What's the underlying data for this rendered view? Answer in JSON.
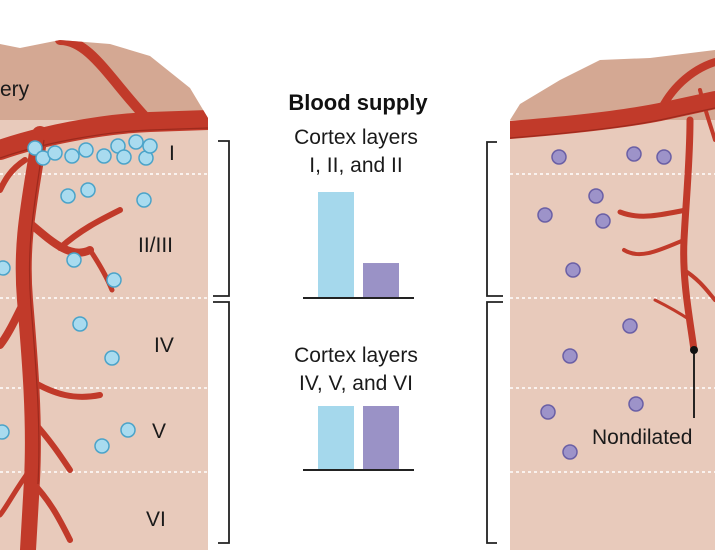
{
  "left_panel": {
    "vessel_label": "ery",
    "layers": [
      "I",
      "II/III",
      "IV",
      "V",
      "VI"
    ]
  },
  "center": {
    "title": "Blood supply",
    "group1": {
      "label_line1": "Cortex layers",
      "label_line2": "I, II, and II",
      "values": [
        1.0,
        0.33
      ]
    },
    "group2": {
      "label_line1": "Cortex layers",
      "label_line2": "IV, V, and VI",
      "values": [
        1.0,
        1.0
      ]
    }
  },
  "right_panel": {
    "vessel_label": "Nondilated"
  },
  "colors": {
    "tissue": "#e8cabb",
    "tissue_dark": "#d9ad98",
    "vessel": "#c13a2a",
    "vessel_dark": "#8e2318",
    "blue_cell": "#a9dbef",
    "blue_cell_edge": "#4aa3c9",
    "purple_cell": "#9d93c9",
    "purple_cell_edge": "#6a5fa5",
    "bar_blue": "#a5d8ec",
    "bar_purple": "#9a92c6"
  }
}
